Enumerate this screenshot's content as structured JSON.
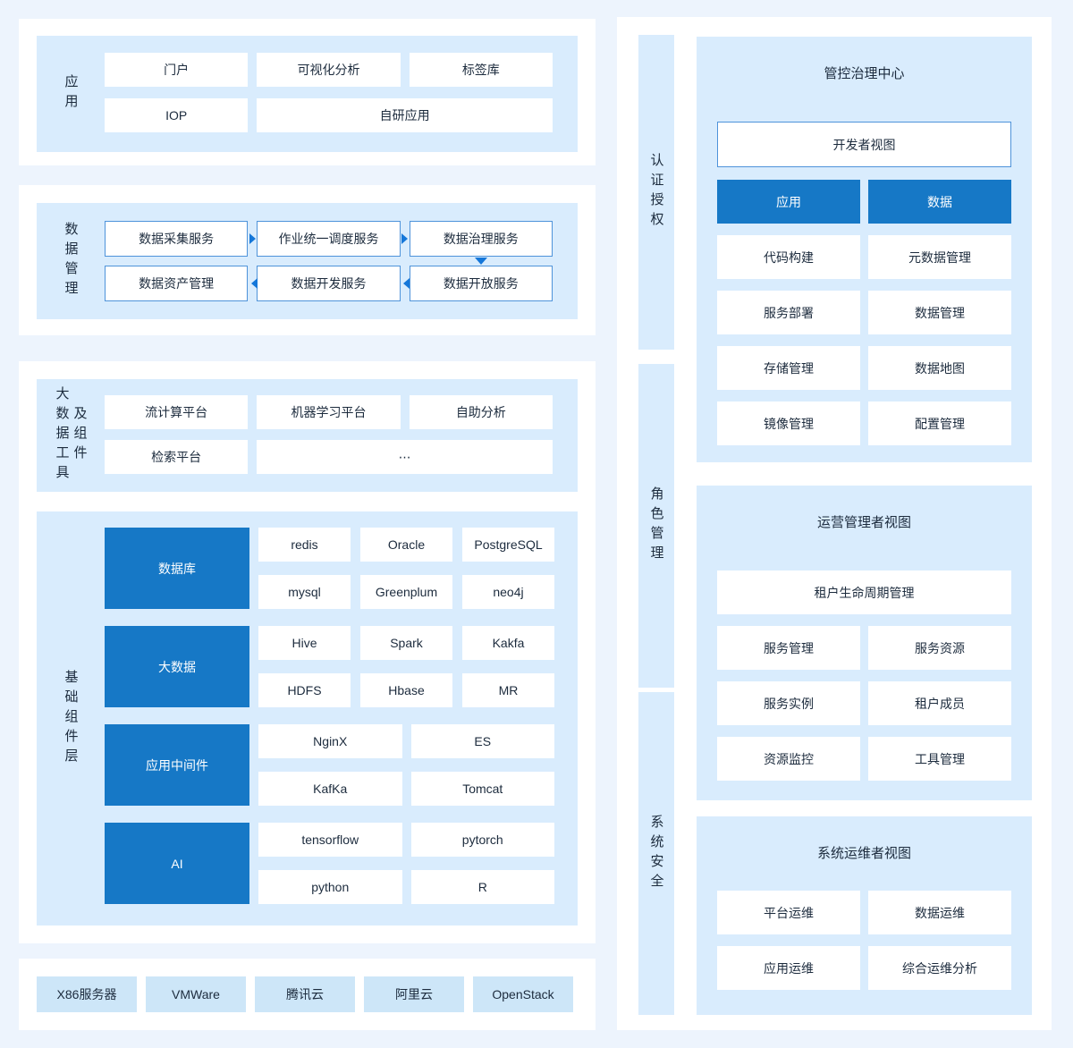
{
  "colors": {
    "page_bg": "#edf4fd",
    "container_bg": "#ffffff",
    "panel_bg": "#d9ecfd",
    "accent_blue": "#1678c6",
    "node_border_blue": "#4e93da",
    "arrow_blue": "#1577d9",
    "infra_chip_bg": "#cde6f8",
    "text": "#1c2b3d"
  },
  "left": {
    "app": {
      "label": "应用",
      "row1": [
        "门户",
        "可视化分析",
        "标签库"
      ],
      "row2": [
        "IOP",
        "自研应用"
      ]
    },
    "data_mgmt": {
      "label": "数据管理",
      "flow_top": [
        "数据采集服务",
        "作业统一调度服务",
        "数据治理服务"
      ],
      "flow_bottom": [
        "数据资产管理",
        "数据开发服务",
        "数据开放服务"
      ]
    },
    "bigdata_tools": {
      "label_main": "大数据工具",
      "label_side": "及组件",
      "row1": [
        "流计算平台",
        "机器学习平台",
        "自助分析"
      ],
      "row2": [
        "检索平台",
        "⋯"
      ]
    },
    "base_layer": {
      "label": "基础组件层",
      "groups": [
        {
          "name": "数据库",
          "items": [
            "redis",
            "Oracle",
            "PostgreSQL",
            "mysql",
            "Greenplum",
            "neo4j"
          ]
        },
        {
          "name": "大数据",
          "items": [
            "Hive",
            "Spark",
            "Kakfa",
            "HDFS",
            "Hbase",
            "MR"
          ]
        },
        {
          "name": "应用中间件",
          "items": [
            "NginX",
            "ES",
            "KafKa",
            "Tomcat"
          ]
        },
        {
          "name": "AI",
          "items": [
            "tensorflow",
            "pytorch",
            "python",
            "R"
          ]
        }
      ]
    },
    "infra": {
      "items": [
        "X86服务器",
        "VMWare",
        "腾讯云",
        "阿里云",
        "OpenStack"
      ]
    }
  },
  "right": {
    "side_bar": [
      "认证授权",
      "角色管理",
      "系统安全"
    ],
    "governance": {
      "title": "管控治理中心",
      "dev_view": "开发者视图",
      "tabs": [
        "应用",
        "数据"
      ],
      "cells": [
        [
          "代码构建",
          "元数据管理"
        ],
        [
          "服务部署",
          "数据管理"
        ],
        [
          "存储管理",
          "数据地图"
        ],
        [
          "镜像管理",
          "配置管理"
        ]
      ]
    },
    "operation": {
      "title": "运营管理者视图",
      "full_row": "租户生命周期管理",
      "cells": [
        [
          "服务管理",
          "服务资源"
        ],
        [
          "服务实例",
          "租户成员"
        ],
        [
          "资源监控",
          "工具管理"
        ]
      ]
    },
    "ops": {
      "title": "系统运维者视图",
      "cells": [
        [
          "平台运维",
          "数据运维"
        ],
        [
          "应用运维",
          "综合运维分析"
        ]
      ]
    }
  }
}
